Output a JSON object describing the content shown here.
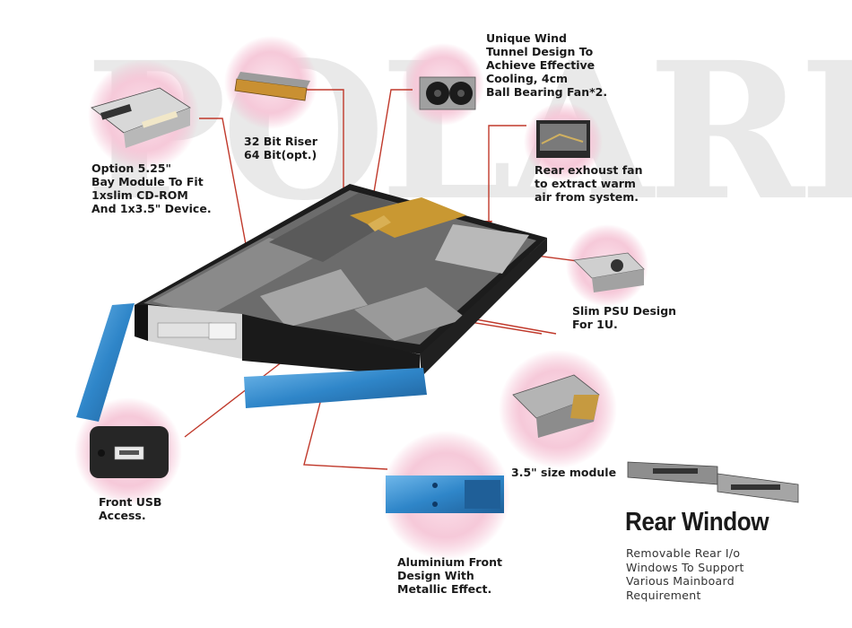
{
  "brand": {
    "watermark": "POLARIS",
    "colors": {
      "watermark": "#e6e6e6",
      "bubble": "#f6c9d9",
      "leader": "#c0392b",
      "accent_blue": "#3a8fd0"
    }
  },
  "callouts": {
    "option_bay": "Option 5.25\"\nBay Module To Fit\n1xslim CD-ROM\nAnd 1x3.5\" Device.",
    "riser": "32 Bit Riser\n64 Bit(opt.)",
    "wind_tunnel": "Unique Wind\nTunnel Design To\nAchieve Effective\nCooling, 4cm\nBall Bearing Fan*2.",
    "rear_fan": "Rear exhoust fan\nto extract warm\nair from system.",
    "psu": "Slim PSU Design\nFor 1U.",
    "module_35": "3.5\" size module",
    "front_usb": "Front USB\nAccess.",
    "aluminium": "Aluminium Front\nDesign With\nMetallic Effect."
  },
  "rear_window": {
    "title": "Rear Window",
    "description": "Removable Rear I/o\nWindows To Support\nVarious Mainboard\nRequirement"
  }
}
